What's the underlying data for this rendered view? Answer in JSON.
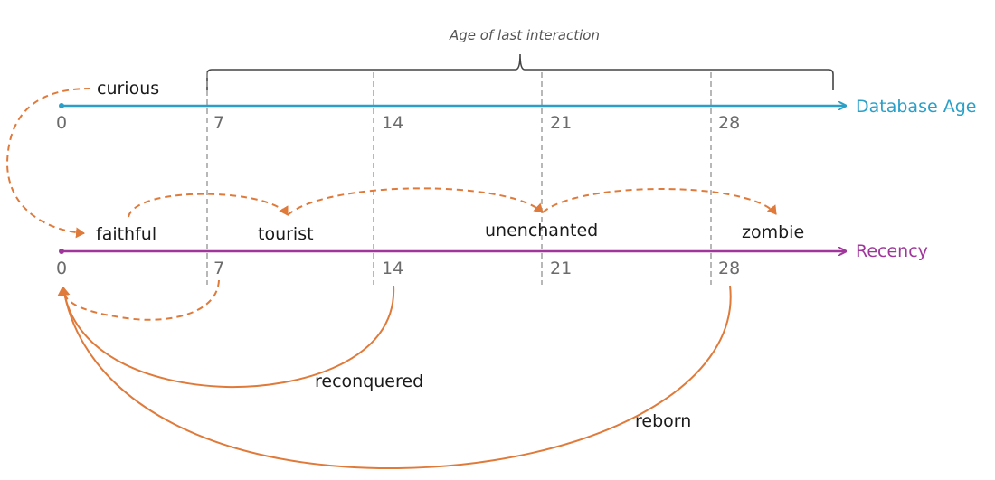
{
  "caption": "Age of last interaction",
  "axes": {
    "database_age": {
      "title": "Database Age",
      "color": "#2aa0c8",
      "ticks": [
        "0",
        "7",
        "14",
        "21",
        "28"
      ]
    },
    "recency": {
      "title": "Recency",
      "color": "#a0369b",
      "ticks": [
        "0",
        "7",
        "14",
        "21",
        "28"
      ]
    }
  },
  "states": {
    "curious": "curious",
    "faithful": "faithful",
    "tourist": "tourist",
    "unenchanted": "unenchanted",
    "zombie": "zombie",
    "reconquered": "reconquered",
    "reborn": "reborn"
  },
  "colors": {
    "arrow": "#e07a3a",
    "guide": "#9a9a9a",
    "brace": "#444444"
  }
}
